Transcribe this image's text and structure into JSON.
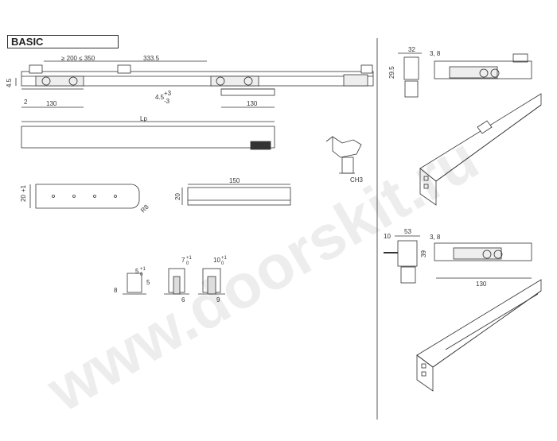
{
  "title": "BASIC",
  "watermark": "www.doorskit.ru",
  "rail": {
    "dim_spacing": "≥ 200 ≤ 350",
    "dim_offset": "333.5",
    "dim_height_left": "4.5",
    "dim_tol_4_5": "4.5",
    "dim_tol_plus": "+3",
    "dim_tol_minus": "-3",
    "dim_2": "2",
    "dim_130_a": "130",
    "dim_130_b": "130"
  },
  "track": {
    "label_lp": "Lp"
  },
  "plate": {
    "dim_20": "20",
    "dim_tol": "+1",
    "dim_r": "R8"
  },
  "guide": {
    "dim_150": "150",
    "dim_20": "20"
  },
  "key": {
    "label": "CH3"
  },
  "profiles": {
    "p1_top": "5",
    "p1_tol": "+1",
    "p1_tol_b": "0",
    "p1_side": "8",
    "p1_small": "5",
    "p2_top": "7",
    "p2_tol": "+1",
    "p2_tol_b": "0",
    "p2_bottom": "6",
    "p3_top": "10",
    "p3_tol": "+1",
    "p3_tol_b": "0",
    "p3_bottom": "9"
  },
  "ceiling_mount": {
    "dim_32": "32",
    "dim_3_8": "3, 8",
    "dim_29_5": "29.5"
  },
  "wall_mount": {
    "dim_10": "10",
    "dim_53": "53",
    "dim_3_8": "3, 8",
    "dim_39": "39",
    "dim_130": "130"
  },
  "colors": {
    "line": "#333333",
    "divider": "#555555",
    "watermark": "#d9d9d9"
  }
}
